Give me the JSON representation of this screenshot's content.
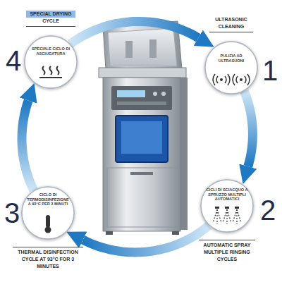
{
  "diagram": {
    "nodes": [
      {
        "text": [
          "ULTRASONIC CLEANING",
          "PULIZIA AD ULTRASUONI"
        ]
      },
      {
        "text": [
          "AUTOMATIC SPRAY MULTIPLE RINSING CYCLES",
          "CICLI DI SCIACQUO A SPRUZZO MULTIPLI AUTOMATICI"
        ]
      },
      {
        "text": [
          "THERMAL DISINFECTION CYCLE AT 93°C FOR 3 MINUTES",
          "CICLO DI TERMODISINFEZIONE A 93°C PER 3 MINUTI"
        ]
      },
      {
        "text": [
          "SPECIAL DRYING CYCLE",
          "SPECIALE CICLO DI ASCIUGATURA"
        ]
      }
    ],
    "edges": [
      {
        "from": 0,
        "to": 1,
        "arrow": "to"
      },
      {
        "from": 1,
        "to": 2,
        "arrow": "to"
      },
      {
        "from": 2,
        "to": 3,
        "arrow": "to"
      },
      {
        "from": 3,
        "to": 0,
        "arrow": "to"
      }
    ],
    "labels": [
      "1",
      "2",
      "3",
      "4"
    ]
  }
}
